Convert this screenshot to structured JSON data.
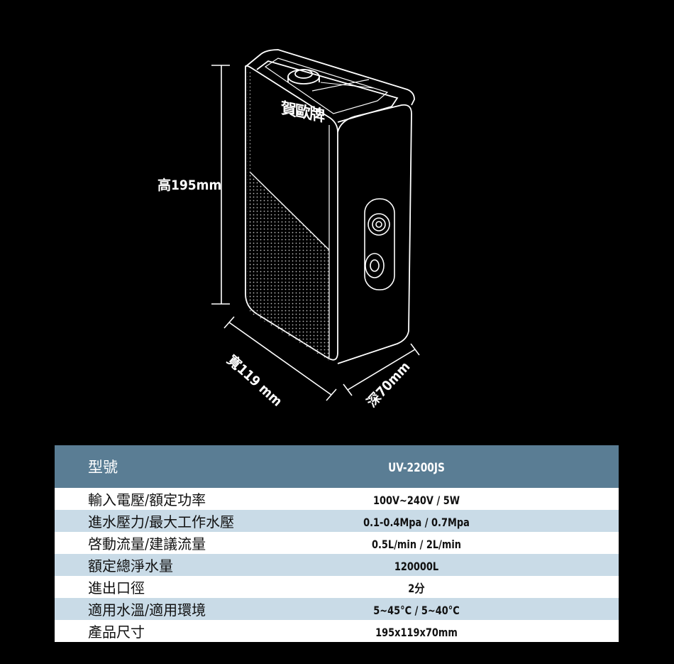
{
  "product": {
    "brand_logo": "賀歐牌",
    "dimensions": {
      "height": "高195mm",
      "width": "寬119 mm",
      "depth": "深70mm"
    }
  },
  "spec_table": {
    "header": {
      "label": "型號",
      "value": "UV-2200JS"
    },
    "rows": [
      {
        "label": "輸入電壓/額定功率",
        "value": "100V~240V / 5W"
      },
      {
        "label": "進水壓力/最大工作水壓",
        "value": "0.1-0.4Mpa / 0.7Mpa"
      },
      {
        "label": "啓動流量/建議流量",
        "value": "0.5L/min / 2L/min"
      },
      {
        "label": "額定總淨水量",
        "value": "120000L"
      },
      {
        "label": "進出口徑",
        "value": "2分"
      },
      {
        "label": "適用水溫/適用環境",
        "value": "5~45°C / 5~40°C"
      },
      {
        "label": "產品尺寸",
        "value": "195x119x70mm"
      }
    ]
  },
  "colors": {
    "background": "#000000",
    "table_header": "#5a7d94",
    "row_light": "#ffffff",
    "row_tinted": "#c9dbe7",
    "line_art": "#ffffff"
  }
}
